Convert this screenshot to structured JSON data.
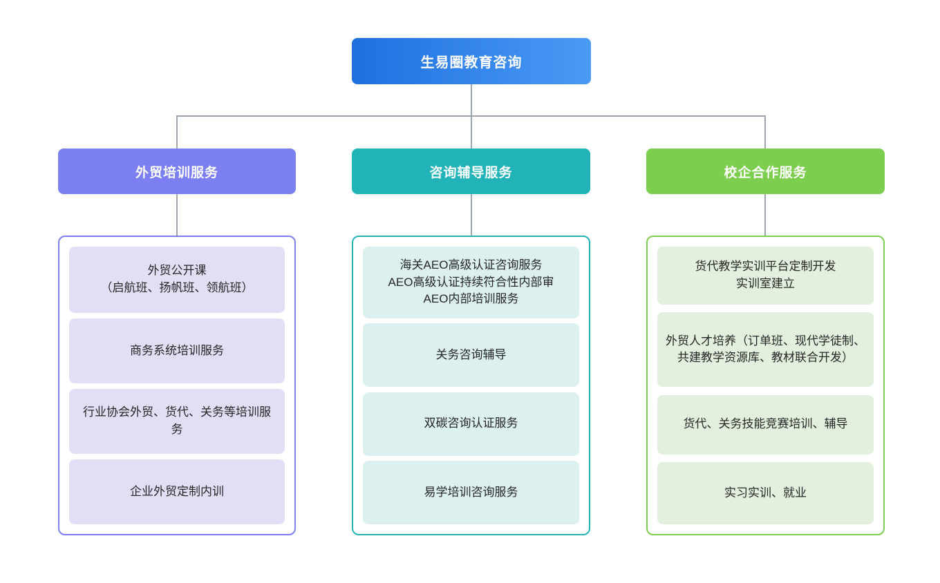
{
  "root": {
    "label": "生易圈教育咨询",
    "gradient_from": "#1f6fe0",
    "gradient_to": "#4a9bf5"
  },
  "connector_color": "#9aa5b1",
  "columns": [
    {
      "header": "外贸培训服务",
      "header_color": "#7b7ff0",
      "border_color": "#7b7ff0",
      "item_color": "#e2dff5",
      "items": [
        "外贸公开课\n（启航班、扬帆班、领航班）",
        "商务系统培训服务",
        "行业协会外贸、货代、关务等培训服务",
        "企业外贸定制内训"
      ]
    },
    {
      "header": "咨询辅导服务",
      "header_color": "#22b3b8",
      "border_color": "#22b3b8",
      "item_color": "#ddf0f0",
      "items": [
        "海关AEO高级认证咨询服务\nAEO高级认证持续符合性内部审\nAEO内部培训服务",
        "关务咨询辅导",
        "双碳咨询认证服务",
        "易学培训咨询服务"
      ]
    },
    {
      "header": "校企合作服务",
      "header_color": "#7dce4e",
      "border_color": "#7dce4e",
      "item_color": "#e2f0dd",
      "items": [
        "货代教学实训平台定制开发\n实训室建立",
        "外贸人才培养（订单班、现代学徒制、共建教学资源库、教材联合开发）",
        "货代、关务技能竞赛培训、辅导",
        "实习实训、就业"
      ]
    }
  ]
}
